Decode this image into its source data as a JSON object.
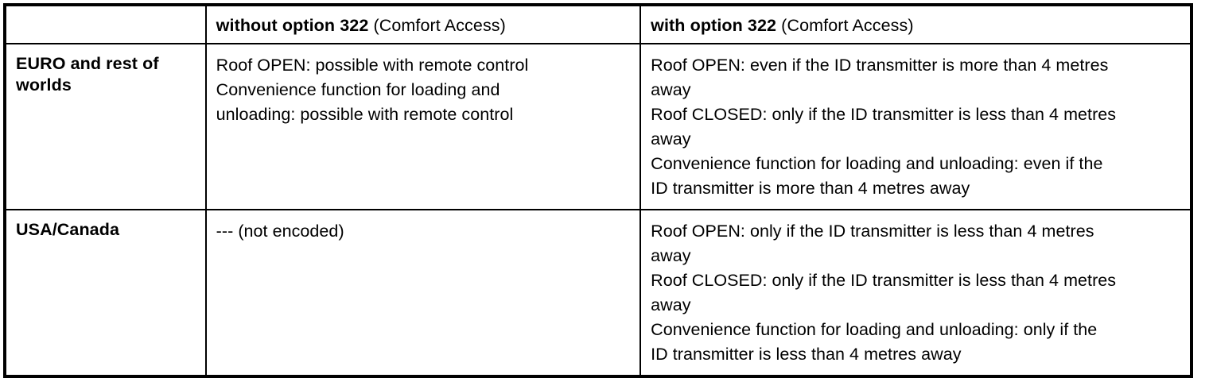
{
  "table": {
    "columns": [
      {
        "id": "region",
        "header_strong": "",
        "header_normal": ""
      },
      {
        "id": "without_option",
        "header_strong": "without option 322",
        "header_normal": " (Comfort Access)"
      },
      {
        "id": "with_option",
        "header_strong": "with option 322",
        "header_normal": " (Comfort Access)"
      }
    ],
    "rows": [
      {
        "region": "EURO and rest of worlds",
        "without_option": [
          "Roof OPEN: possible with remote control",
          "Convenience function for loading and",
          "unloading: possible with remote control"
        ],
        "with_option": [
          "Roof OPEN: even if the ID transmitter is more than 4 metres",
          "away",
          "Roof CLOSED: only if the ID transmitter is less than 4 metres",
          "away",
          "Convenience function for loading and unloading: even if the",
          "ID transmitter is more than 4 metres away"
        ]
      },
      {
        "region": "USA/Canada",
        "without_option": [
          "--- (not encoded)"
        ],
        "with_option": [
          "Roof OPEN: only if the ID transmitter is less than 4 metres",
          "away",
          "Roof CLOSED: only if the ID transmitter is less than 4 metres",
          "away",
          "Convenience function for loading and unloading: only if the",
          "ID transmitter is less than 4 metres away"
        ]
      }
    ]
  },
  "colors": {
    "border": "#000000",
    "text": "#000000",
    "background": "#ffffff"
  }
}
